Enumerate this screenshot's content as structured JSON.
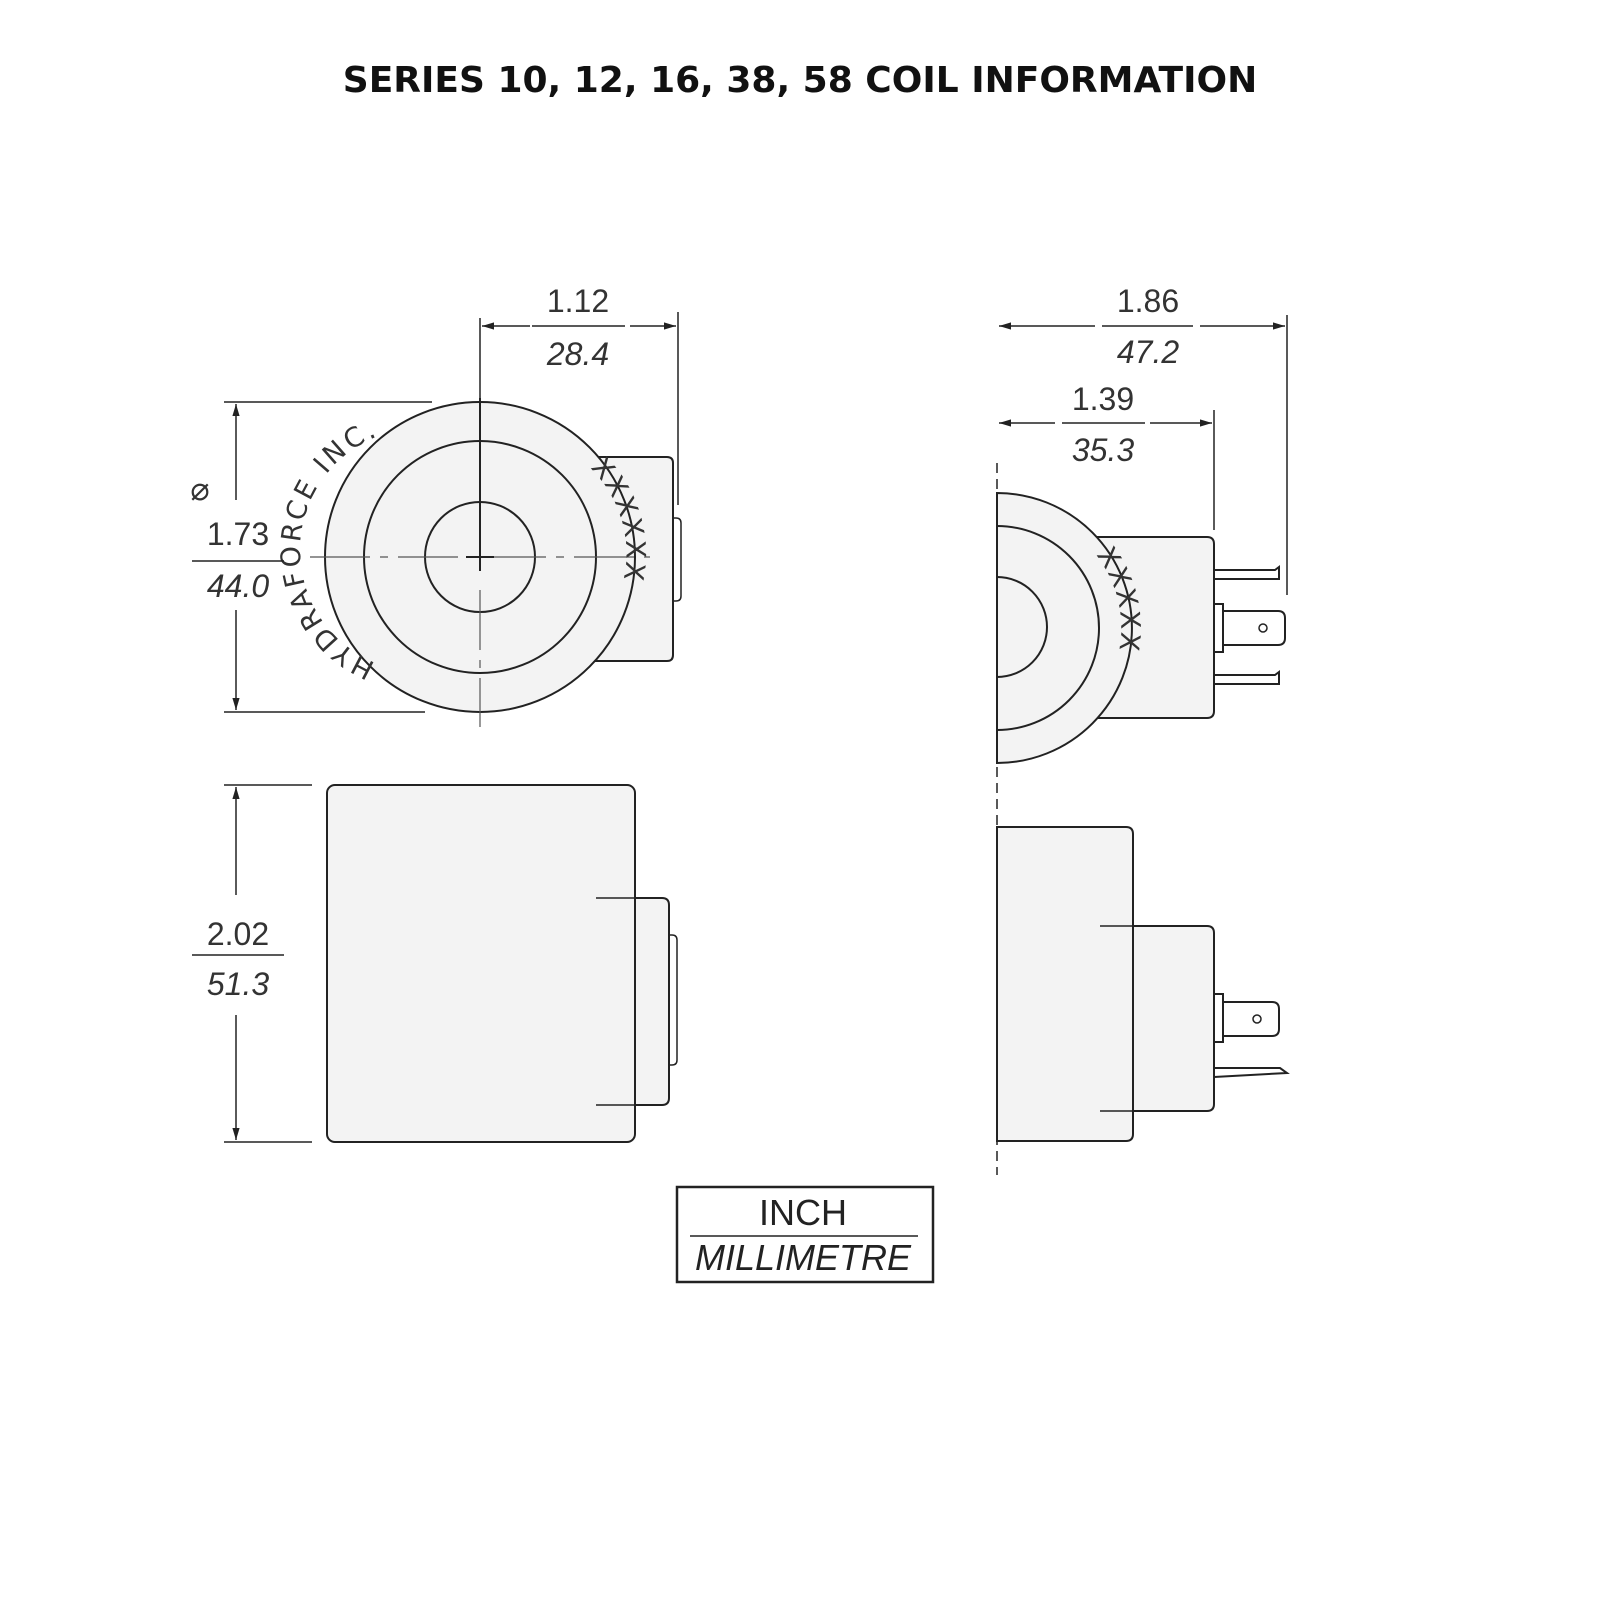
{
  "title": "SERIES 10, 12, 16, 38, 58 COIL INFORMATION",
  "dimensions": {
    "connector_offset": {
      "inch": "1.12",
      "mm": "28.4"
    },
    "diameter": {
      "symbol": "⌀",
      "inch": "1.73",
      "mm": "44.0"
    },
    "height": {
      "inch": "2.02",
      "mm": "51.3"
    },
    "overall_length": {
      "inch": "1.86",
      "mm": "47.2"
    },
    "connector_length": {
      "inch": "1.39",
      "mm": "35.3"
    }
  },
  "coil_markings": {
    "manufacturer": "HYDRAFORCE INC.",
    "part_code_front": "XXXXXX",
    "part_code_side": "XXXXX"
  },
  "legend": {
    "top": "INCH",
    "bottom": "MILLIMETRE"
  }
}
